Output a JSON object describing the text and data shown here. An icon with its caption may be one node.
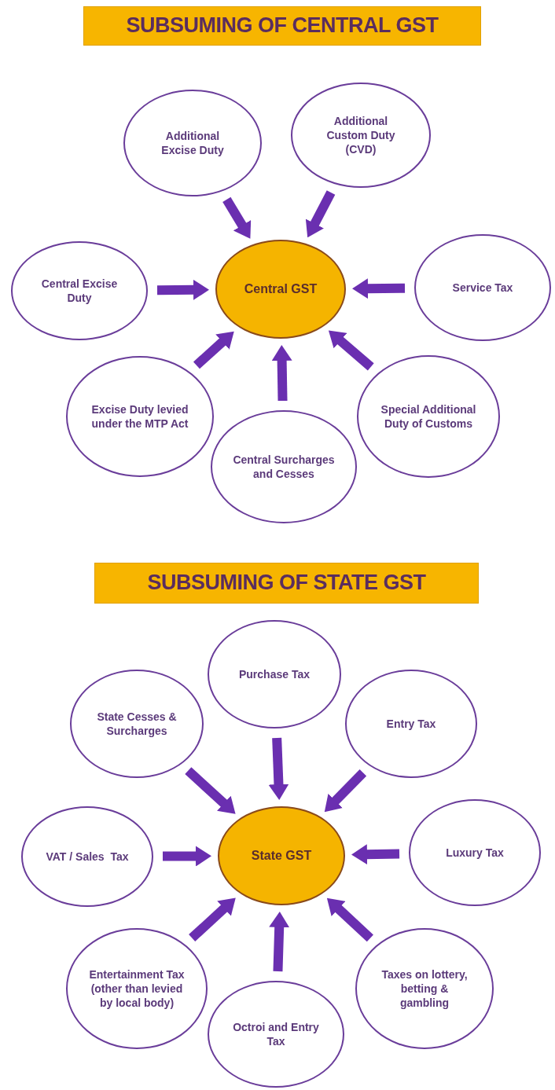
{
  "diagram": {
    "nodes": [
      {
        "text": [
          "SUBSUMING OF CENTRAL GST"
        ]
      },
      {
        "text": [
          "Additional Excise Duty"
        ]
      },
      {
        "text": [
          "Additional Custom Duty (CVD)"
        ]
      },
      {
        "text": [
          "Central Excise Duty"
        ]
      },
      {
        "text": [
          "Central GST"
        ]
      },
      {
        "text": [
          "Service Tax"
        ]
      },
      {
        "text": [
          "Excise Duty levied under the MTP Act"
        ]
      },
      {
        "text": [
          "Special Additional Duty of Customs"
        ]
      },
      {
        "text": [
          "Central Surcharges and Cesses"
        ]
      },
      {
        "text": [
          "SUBSUMING OF STATE GST"
        ]
      },
      {
        "text": [
          "Purchase Tax"
        ]
      },
      {
        "text": [
          "State Cesses & Surcharges"
        ]
      },
      {
        "text": [
          "Entry Tax"
        ]
      },
      {
        "text": [
          "VAT / Sales  Tax"
        ]
      },
      {
        "text": [
          "State GST"
        ]
      },
      {
        "text": [
          "Luxury Tax"
        ]
      },
      {
        "text": [
          "Entertainment Tax (other than levied by local body)"
        ]
      },
      {
        "text": [
          "Taxes on lottery, betting & gambling"
        ]
      },
      {
        "text": [
          "Octroi and Entry Tax"
        ]
      }
    ],
    "edges": [
      {
        "from": 1,
        "to": 4,
        "arrow": "to"
      },
      {
        "from": 2,
        "to": 4,
        "arrow": "to"
      },
      {
        "from": 3,
        "to": 4,
        "arrow": "to"
      },
      {
        "from": 5,
        "to": 4,
        "arrow": "to"
      },
      {
        "from": 6,
        "to": 4,
        "arrow": "to"
      },
      {
        "from": 8,
        "to": 4,
        "arrow": "to"
      },
      {
        "from": 7,
        "to": 4,
        "arrow": "to"
      },
      {
        "from": 10,
        "to": 14,
        "arrow": "to"
      },
      {
        "from": 11,
        "to": 14,
        "arrow": "to"
      },
      {
        "from": 12,
        "to": 14,
        "arrow": "to"
      },
      {
        "from": 13,
        "to": 14,
        "arrow": "to"
      },
      {
        "from": 15,
        "to": 14,
        "arrow": "to"
      },
      {
        "from": 16,
        "to": 14,
        "arrow": "to"
      },
      {
        "from": 18,
        "to": 14,
        "arrow": "to"
      },
      {
        "from": 17,
        "to": 14,
        "arrow": "to"
      }
    ]
  }
}
